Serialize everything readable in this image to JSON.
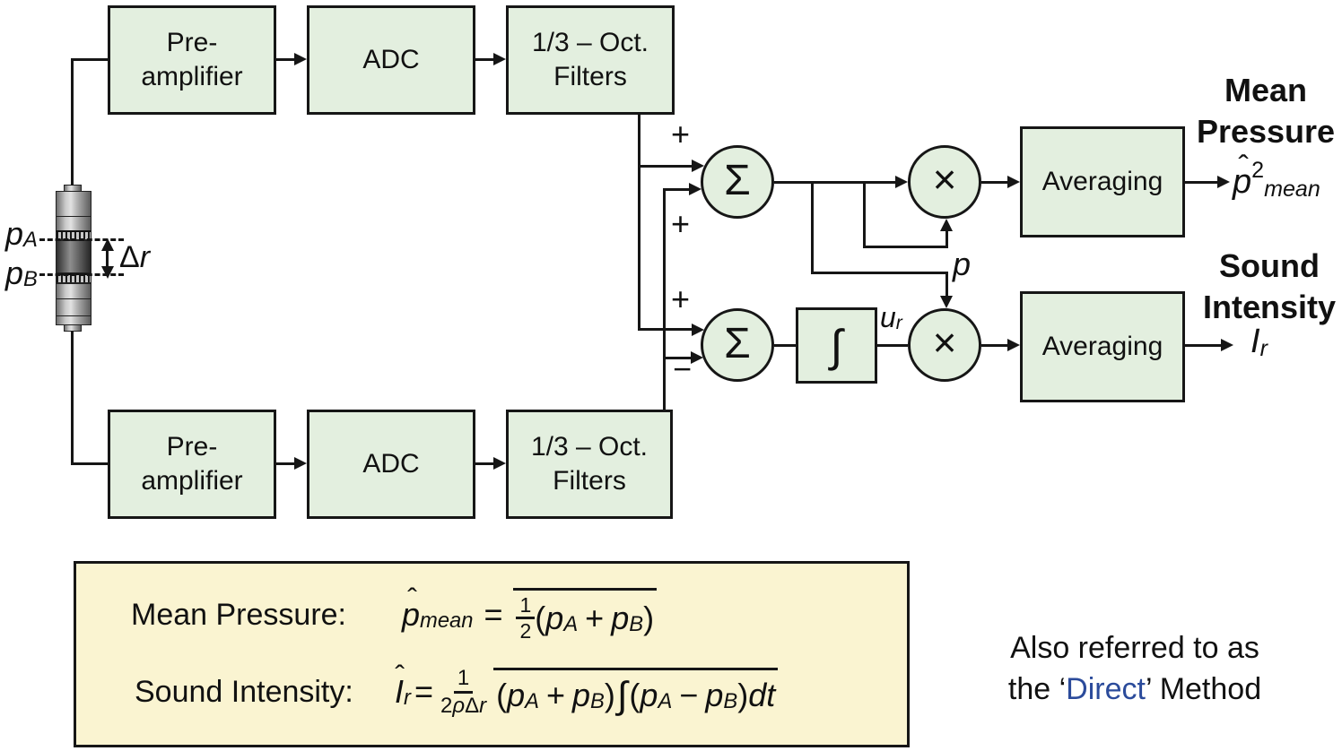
{
  "colors": {
    "block_fill": "#e3efdf",
    "line": "#161616",
    "formula_fill": "#faf4d1",
    "accent_blue": "#2b4b9b"
  },
  "blocks": {
    "preamp_top_line1": "Pre-",
    "preamp_top_line2": "amplifier",
    "adc_top": "ADC",
    "filters_top_line1": "1/3 – Oct.",
    "filters_top_line2": "Filters",
    "preamp_bottom_line1": "Pre-",
    "preamp_bottom_line2": "amplifier",
    "adc_bottom": "ADC",
    "filters_bottom_line1": "1/3 – Oct.",
    "filters_bottom_line2": "Filters",
    "sum_top": "Σ",
    "sum_bottom": "Σ",
    "mult_top": "×",
    "mult_bottom": "×",
    "integrator": "∫",
    "averaging_top": "Averaging",
    "averaging_bottom": "Averaging"
  },
  "signs": {
    "sum_top_in1": "+",
    "sum_top_in2": "+",
    "sum_bottom_in1": "+",
    "sum_bottom_in2": "−"
  },
  "probe": {
    "mic_a": "p",
    "mic_a_sub": "A",
    "mic_b": "p",
    "mic_b_sub": "B",
    "spacing_delta": "Δ",
    "spacing_r": "r"
  },
  "wires": {
    "pressure": "p",
    "velocity_base": "u",
    "velocity_sub": "r"
  },
  "outputs": {
    "mean_title_line1": "Mean",
    "mean_title_line2": "Pressure",
    "intensity_title_line1": "Sound",
    "intensity_title_line2": "Intensity",
    "p_hat": "ˆ",
    "p_base": "p",
    "p_sup": "2",
    "p_sub": "mean",
    "i_hat": "ˆ",
    "i_base": "I",
    "i_sub": "r"
  },
  "formula_box": {
    "mean_label": "Mean Pressure:",
    "mean": {
      "hat": "ˆ",
      "base": "p",
      "sub": "mean",
      "equals": "=",
      "num": "1",
      "den": "2",
      "open": "(",
      "pa": "p",
      "pa_sub": "A",
      "plus": "+",
      "pb": "p",
      "pb_sub": "B",
      "close": ")"
    },
    "intensity_label": "Sound Intensity:",
    "intensity": {
      "hat": "ˆ",
      "base": "I",
      "sub": "r",
      "equals": "=",
      "num": "1",
      "den_two": "2",
      "den_rho": "ρ",
      "den_delta": "Δ",
      "den_r": "r",
      "open1": "(",
      "pa1": "p",
      "pa1_sub": "A",
      "plus": "+",
      "pb1": "p",
      "pb1_sub": "B",
      "close1": ")",
      "integral": "∫",
      "open2": "(",
      "pa2": "p",
      "pa2_sub": "A",
      "minus": "−",
      "pb2": "p",
      "pb2_sub": "B",
      "close2": ")",
      "dt": "dt"
    }
  },
  "footnote": {
    "line1": "Also referred to as",
    "line2_pre": "the ‘",
    "line2_highlight": "Direct",
    "line2_post": "’ Method"
  }
}
